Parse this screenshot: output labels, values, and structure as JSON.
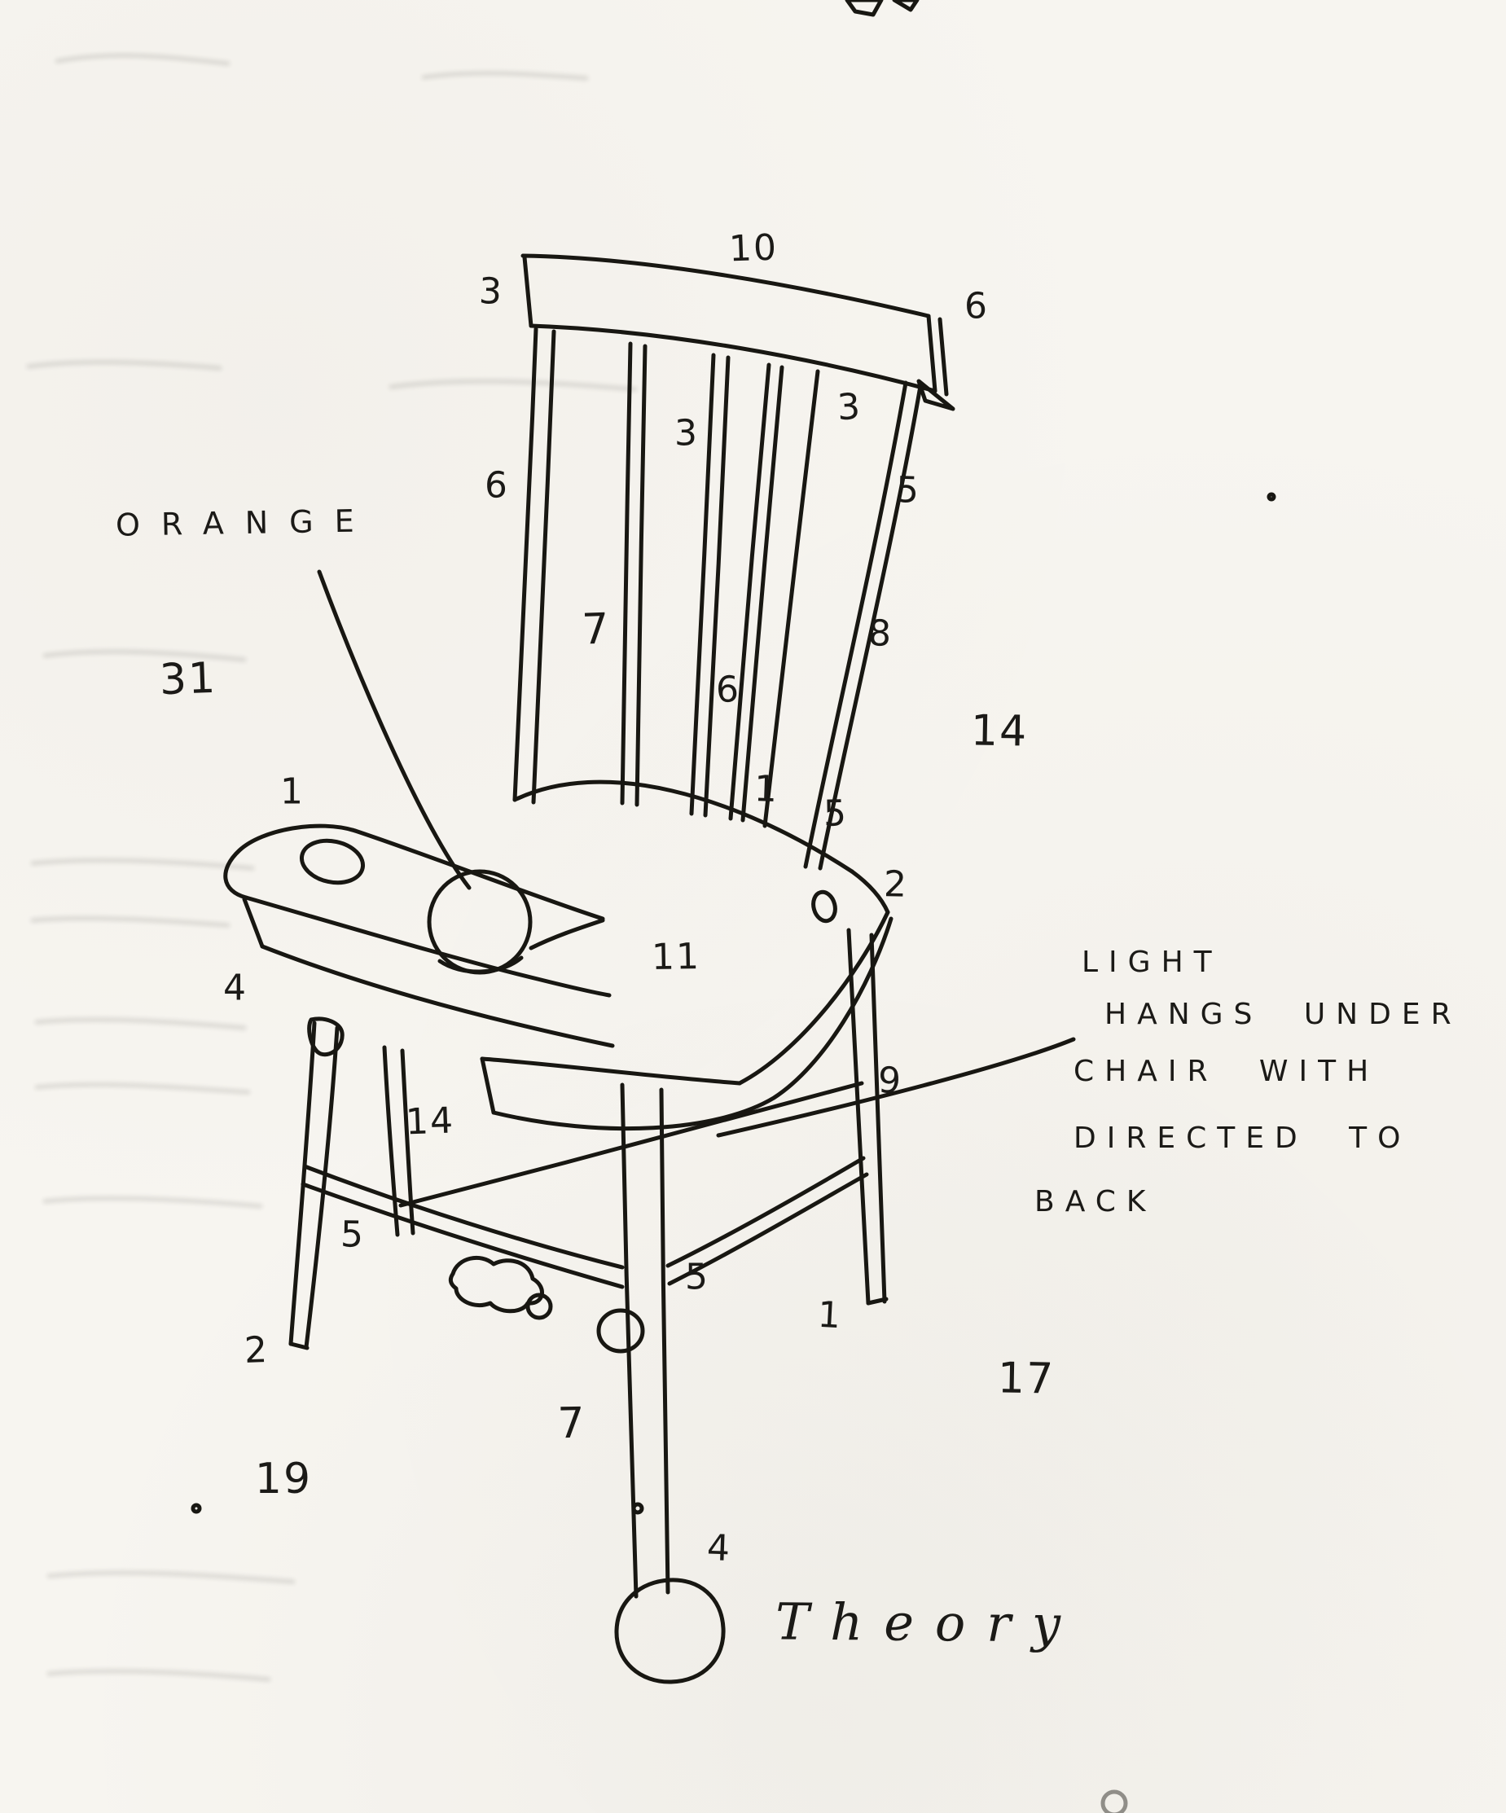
{
  "labels": {
    "orange": "ORANGE",
    "theory": "Theory"
  },
  "light_note": {
    "lines": [
      "LIGHT",
      "HANGS UNDER",
      "CHAIR WITH",
      "DIRECTED TO",
      "BACK"
    ]
  },
  "annotations": {
    "numbers": [
      "10",
      "3",
      "6",
      "3",
      "5",
      "3",
      "6",
      "7",
      "8",
      "6",
      "31",
      "14",
      "1",
      "1",
      "5",
      "2",
      "11",
      "4",
      "9",
      "14",
      "5",
      "5",
      "1",
      "2",
      "17",
      "7",
      "19",
      "4"
    ]
  },
  "colors": {
    "ink": "#181712",
    "paper": "#f7f5f0"
  }
}
